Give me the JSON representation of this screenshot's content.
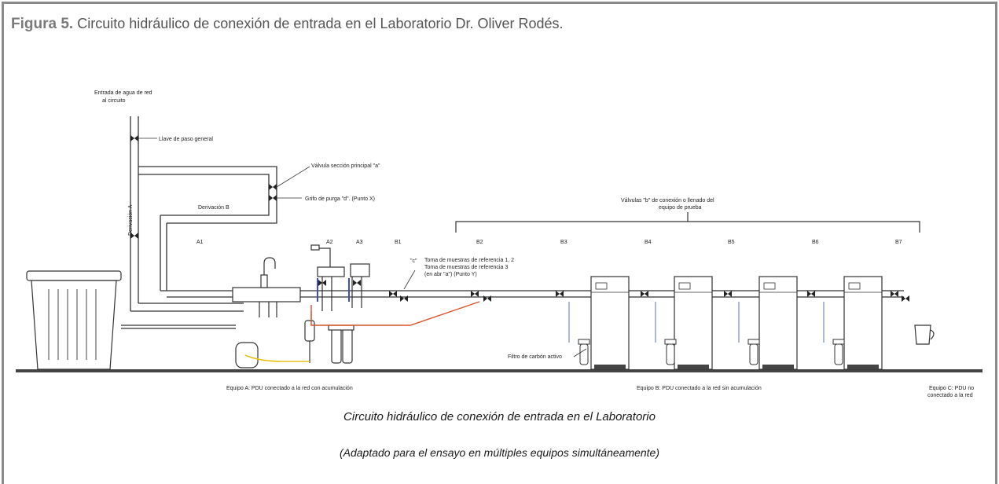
{
  "figure": {
    "label": "Figura 5.",
    "caption": "Circuito hidráulico de conexión de entrada en el Laboratorio Dr. Oliver Rodés."
  },
  "diagram": {
    "inlet_label_line1": "Entrada de agua de red",
    "inlet_label_line2": "al circuito",
    "main_valve_label": "Llave de paso general",
    "derivacion_a_label": "Derivación A",
    "derivacion_b_label": "Derivación B",
    "valve_a_label": "Válvula sección principal \"a\"",
    "purge_tap_label": "Grifo de purga \"d\". (Punto X)",
    "valves_b_line1": "Válvulas \"b\" de conexión o llenado del",
    "valves_b_line2": "equipo de prueba",
    "station_labels": [
      "A1",
      "A2",
      "A3",
      "B1",
      "B2",
      "B3",
      "B4",
      "B5",
      "B6",
      "B7"
    ],
    "sample_c_marker": "\"c\"",
    "sample_line1": "Toma de muestras de referencia 1, 2",
    "sample_line2": "Toma de muestras de referencia 3",
    "sample_line3": "(en abr \"a\") (Punto Y)",
    "carbon_filter_label": "Filtro de carbón activo",
    "equipo_a_label": "Equipo A: PDU conectado a la red con acumulación",
    "equipo_b_label": "Equipo B: PDU conectado a la red sin acumulación",
    "equipo_c_line1": "Equipo C: PDU no",
    "equipo_c_line2": "conectado a la red",
    "title_line1": "Circuito hidráulico de conexión de entrada en el Laboratorio",
    "title_line2": "(Adaptado para el ensayo en múltiples equipos simultáneamente)"
  },
  "colors": {
    "frame_border": "#8a8a8a",
    "caption_text": "#555555",
    "pipe": "#333333",
    "drain_hose_blue": "#3b50c8",
    "reference_line_red": "#d9532c",
    "reservoir_line_yellow": "#e8c21a"
  }
}
